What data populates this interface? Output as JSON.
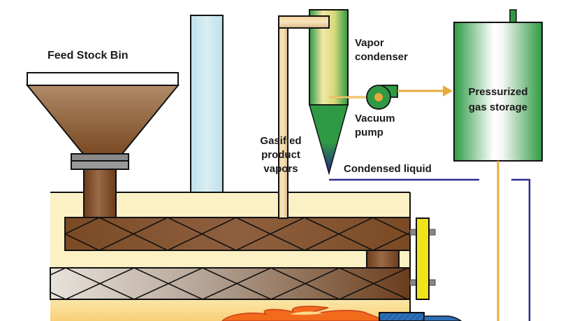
{
  "diagram": {
    "type": "process-flow",
    "subject": "gasification / pyrolysis system",
    "labels": {
      "feed_stock_bin": "Feed Stock Bin",
      "vapor_condenser_line1": "Vapor",
      "vapor_condenser_line2": "condenser",
      "vacuum_pump_line1": "Vacuum",
      "vacuum_pump_line2": "pump",
      "gasified_line1": "Gasified",
      "gasified_line2": "product",
      "gasified_line3": "vapors",
      "condensed_liquid": "Condensed liquid",
      "gas_storage_line1": "Pressurized",
      "gas_storage_line2": "gas storage"
    },
    "components": [
      {
        "id": "feed-stock-bin",
        "icon": "hopper-icon"
      },
      {
        "id": "chimney",
        "icon": "stack-icon"
      },
      {
        "id": "vapor-pipe",
        "icon": "pipe-icon"
      },
      {
        "id": "vapor-condenser",
        "icon": "cyclone-icon"
      },
      {
        "id": "vacuum-pump",
        "icon": "pump-icon"
      },
      {
        "id": "pressurized-gas-storage",
        "icon": "tank-icon"
      },
      {
        "id": "upper-auger",
        "icon": "screw-conveyor-icon"
      },
      {
        "id": "lower-auger",
        "icon": "screw-conveyor-icon"
      },
      {
        "id": "drive-plate",
        "icon": "motor-bracket-icon"
      },
      {
        "id": "burner-flame",
        "icon": "flame-icon"
      },
      {
        "id": "burner",
        "icon": "burner-icon"
      }
    ],
    "colors": {
      "furnace_fill": "#fbf1c4",
      "furnace_bottom": "#fbd98a",
      "brown": "#7a4a24",
      "condenser_green": "#2f9a44",
      "pipe_tan": "#f2d29a",
      "orange_line": "#e9a93b",
      "liquid_line": "#2b2d8f",
      "drive_yellow": "#f2e21a",
      "flame": "#f26a1b",
      "burner_blue": "#2e6fb8",
      "chimney_blue": "#cfe8f0"
    }
  }
}
